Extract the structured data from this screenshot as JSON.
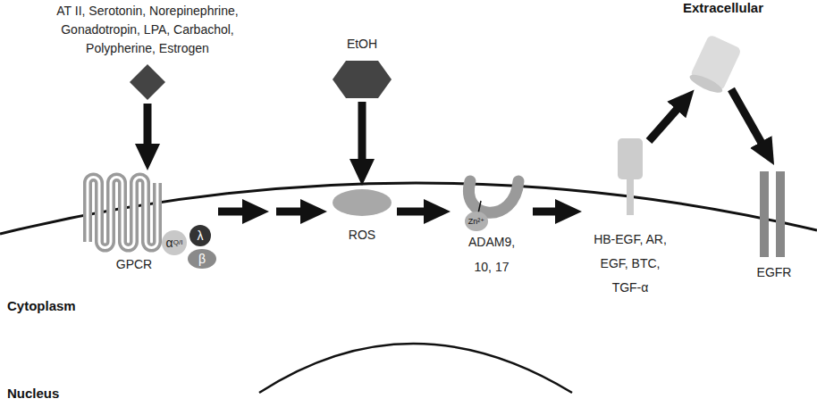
{
  "diagram": {
    "nodes": [
      {
        "text": [
          "AT II, Serotonin, Norepinephrine, Gonadotropin, LPA, Carbachol, Polypherine, Estrogen"
        ]
      },
      {
        "text": [
          "GPCR"
        ]
      },
      {
        "text": [
          "α",
          "Q/I"
        ]
      },
      {
        "text": [
          "λ"
        ]
      },
      {
        "text": [
          "β"
        ]
      },
      {
        "text": [
          "EtOH"
        ]
      },
      {
        "text": [
          "ROS"
        ]
      },
      {
        "text": [
          "ADAM9, 10, 17"
        ]
      },
      {
        "text": [
          "Zn²⁺"
        ],
        "in": 7
      },
      {
        "text": [
          "HB-EGF, AR, EGF, BTC, TGF-α"
        ]
      },
      {
        "text": [
          "EGFR"
        ]
      }
    ],
    "edges": [
      {
        "from": 0,
        "to": 1,
        "arrow": "to"
      },
      {
        "from": 1,
        "to": 6,
        "arrow": "to"
      },
      {
        "from": 5,
        "to": 6,
        "arrow": "to"
      },
      {
        "from": 6,
        "to": 7,
        "arrow": "to"
      },
      {
        "from": 7,
        "to": 9,
        "arrow": "to"
      }
    ],
    "labels": [
      "Extracellular",
      "Cytoplasm",
      "Nucleus"
    ]
  }
}
